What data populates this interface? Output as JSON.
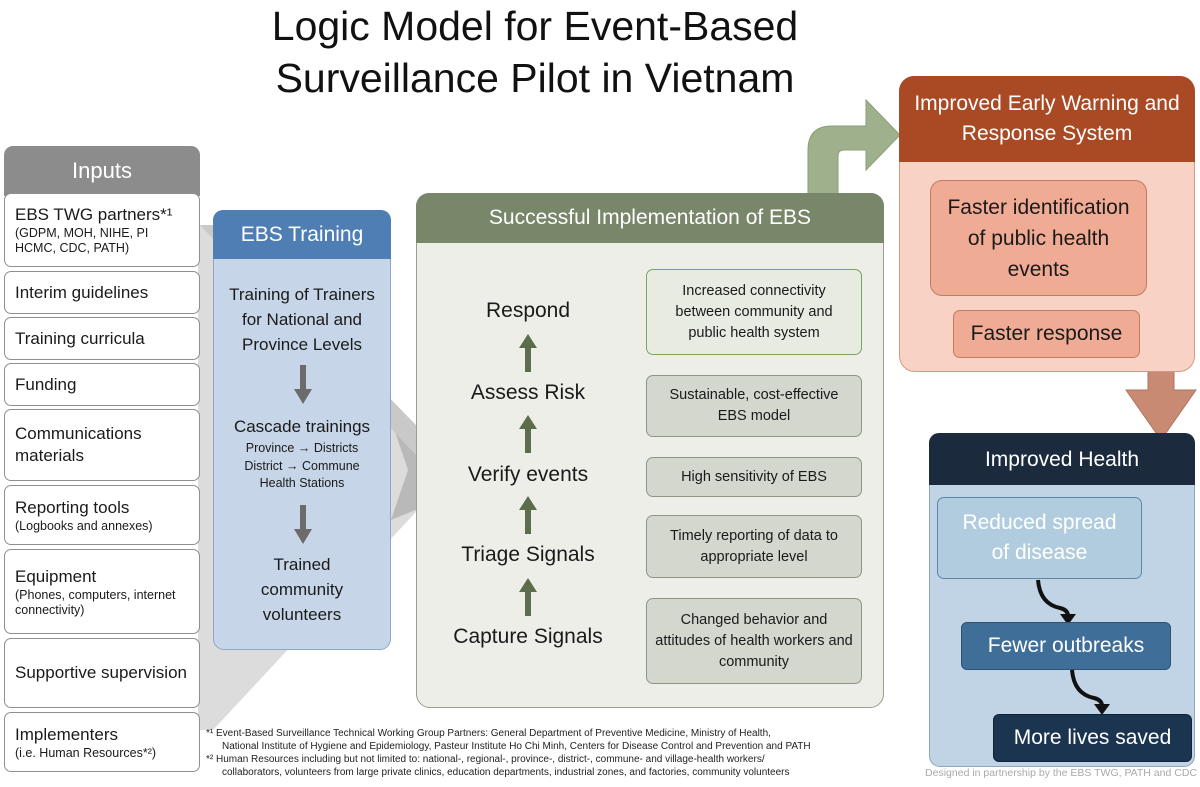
{
  "title": {
    "line1": "Logic Model for Event-Based",
    "line2": "Surveillance Pilot in Vietnam"
  },
  "inputs": {
    "heading": "Inputs",
    "items": [
      {
        "label": "EBS TWG partners*¹",
        "sub": "(GDPM, MOH, NIHE, PI HCMC, CDC, PATH)"
      },
      {
        "label": "Interim guidelines",
        "sub": ""
      },
      {
        "label": "Training curricula",
        "sub": ""
      },
      {
        "label": "Funding",
        "sub": ""
      },
      {
        "label": "Communications materials",
        "sub": ""
      },
      {
        "label": "Reporting tools",
        "sub": "(Logbooks and annexes)"
      },
      {
        "label": "Equipment",
        "sub": "(Phones, computers, internet connectivity)"
      },
      {
        "label": "Supportive supervision",
        "sub": ""
      },
      {
        "label": "Implementers",
        "sub": "(i.e. Human Resources*²)"
      }
    ]
  },
  "training": {
    "heading": "EBS Training",
    "tot": "Training of Trainers for National and Province Levels",
    "cascade": "Cascade trainings",
    "cascade_line1": "Province → Districts",
    "cascade_line2": "District → Commune Health Stations",
    "trained": "Trained community volunteers"
  },
  "implementation": {
    "heading": "Successful Implementation of EBS",
    "steps": [
      "Respond",
      "Assess Risk",
      "Verify events",
      "Triage Signals",
      "Capture Signals"
    ],
    "outcomes": [
      "Increased  connectivity between community and public health system",
      "Sustainable, cost-effective EBS model",
      "High sensitivity of EBS",
      "Timely reporting of data to appropriate level",
      "Changed behavior and attitudes of health workers and community"
    ]
  },
  "early_warning": {
    "heading": "Improved Early Warning and Response System",
    "box1": "Faster identification of public health events",
    "box2": "Faster response"
  },
  "health": {
    "heading": "Improved Health",
    "box1": "Reduced spread of disease",
    "box2": "Fewer outbreaks",
    "box3": "More lives saved"
  },
  "footnotes": {
    "note1_mark": "*¹",
    "note1_line1": "Event-Based Surveillance Technical Working Group Partners: General Department of Preventive Medicine, Ministry of Health,",
    "note1_line2": "National Institute of Hygiene and Epidemiology, Pasteur Institute Ho Chi Minh, Centers for Disease Control and Prevention and PATH",
    "note2_mark": "*²",
    "note2_line1": "Human Resources including but not limited to: national-, regional-, province-, district-, commune- and village-health workers/",
    "note2_line2": "collaborators, volunteers from large private clinics, education departments, industrial zones, and factories, community volunteers"
  },
  "credit": "Designed in partnership by the EBS TWG, PATH and CDC",
  "colors": {
    "inputs": "#8c8c8c",
    "training": "#4e7eb4",
    "implementation": "#78866a",
    "early_warning": "#a94a25",
    "health": "#1b2a3d",
    "arrow_green": "#5c6d4c"
  }
}
